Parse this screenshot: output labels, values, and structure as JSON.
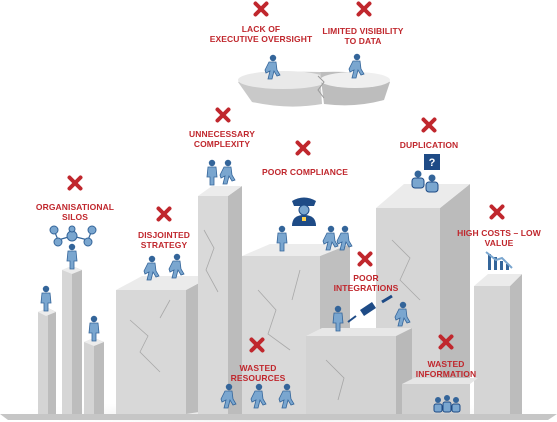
{
  "labels": {
    "lack_of_oversight": [
      "LACK OF",
      "EXECUTIVE OVERSIGHT"
    ],
    "limited_visibility": [
      "LIMITED VISIBILITY",
      "TO DATA"
    ],
    "unnecessary_complexity": [
      "UNNECESSARY",
      "COMPLEXITY"
    ],
    "poor_compliance": [
      "POOR COMPLIANCE"
    ],
    "duplication": [
      "DUPLICATION"
    ],
    "organisational_silos": [
      "ORGANISATIONAL",
      "SILOS"
    ],
    "disjointed_strategy": [
      "DISJOINTED",
      "STRATEGY"
    ],
    "high_costs": [
      "HIGH COSTS – LOW",
      "VALUE"
    ],
    "poor_integrations": [
      "POOR",
      "INTEGRATIONS"
    ],
    "wasted_resources": [
      "WASTED",
      "RESOURCES"
    ],
    "wasted_information": [
      "WASTED",
      "INFORMATION"
    ]
  },
  "colors": {
    "cross": "#c0272d",
    "label": "#c0272d",
    "figure": "#7aa6cf",
    "figure_dark": "#34659a",
    "block_front": "#d7d7d7",
    "block_top": "#ebebeb",
    "block_side": "#bdbdbd"
  },
  "icons": [
    "cross-icon",
    "person-icon",
    "network-icon",
    "police-officer-icon",
    "question-board-icon",
    "declining-chart-icon",
    "plug-icon"
  ]
}
